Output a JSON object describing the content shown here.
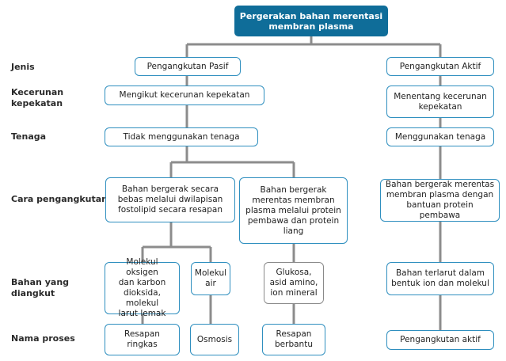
{
  "title": "Pergerakan bahan merentasi\nmembran plasma",
  "row_labels": {
    "jenis": "Jenis",
    "kecerunan": "Kecerunan\nkepekatan",
    "tenaga": "Tenaga",
    "cara": "Cara pengangkutan",
    "bahan": "Bahan yang\ndiangkut",
    "nama": "Nama proses"
  },
  "passive": {
    "type": "Pengangkutan Pasif",
    "gradient": "Mengikut kecerunan kepekatan",
    "energy": "Tidak menggunakan tenaga",
    "method_lipid": "Bahan bergerak secara\nbebas melalui dwilapisan\nfostolipid secara resapan",
    "method_protein": "Bahan bergerak\nmerentas membran\nplasma melalui protein\npembawa dan protein\nliang",
    "substance_lipid": "Molekul oksigen\ndan karbon\ndioksida, molekul\nlarut lemak",
    "substance_water": "Molekul\nair",
    "substance_protein": "Glukosa,\nasid amino,\nion mineral",
    "process_simple": "Resapan\nringkas",
    "process_osmosis": "Osmosis",
    "process_facilitated": "Resapan\nberbantu"
  },
  "active": {
    "type": "Pengangkutan Aktif",
    "gradient": "Menentang kecerunan\nkepekatan",
    "energy": "Menggunakan tenaga",
    "method": "Bahan bergerak merentas\nmembran plasma dengan\nbantuan protein pembawa",
    "substance": "Bahan terlarut dalam\nbentuk ion dan molekul",
    "process": "Pengangkutan aktif"
  }
}
